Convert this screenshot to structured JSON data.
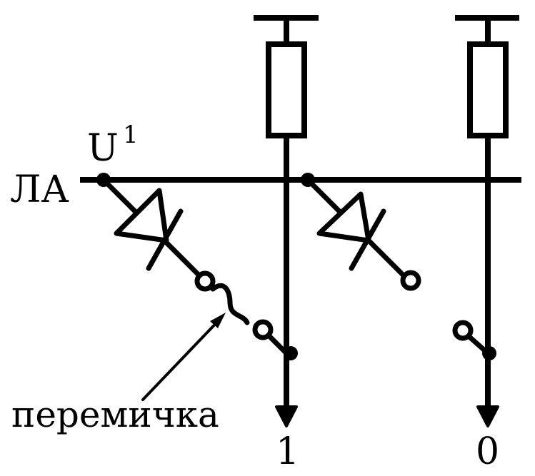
{
  "labels": {
    "address_line": "ЛА",
    "voltage": "U",
    "voltage_superscript": "1",
    "jumper": "перемичка",
    "output_1": "1",
    "output_0": "0"
  },
  "colors": {
    "ink": "#000000",
    "background": "#ffffff"
  }
}
